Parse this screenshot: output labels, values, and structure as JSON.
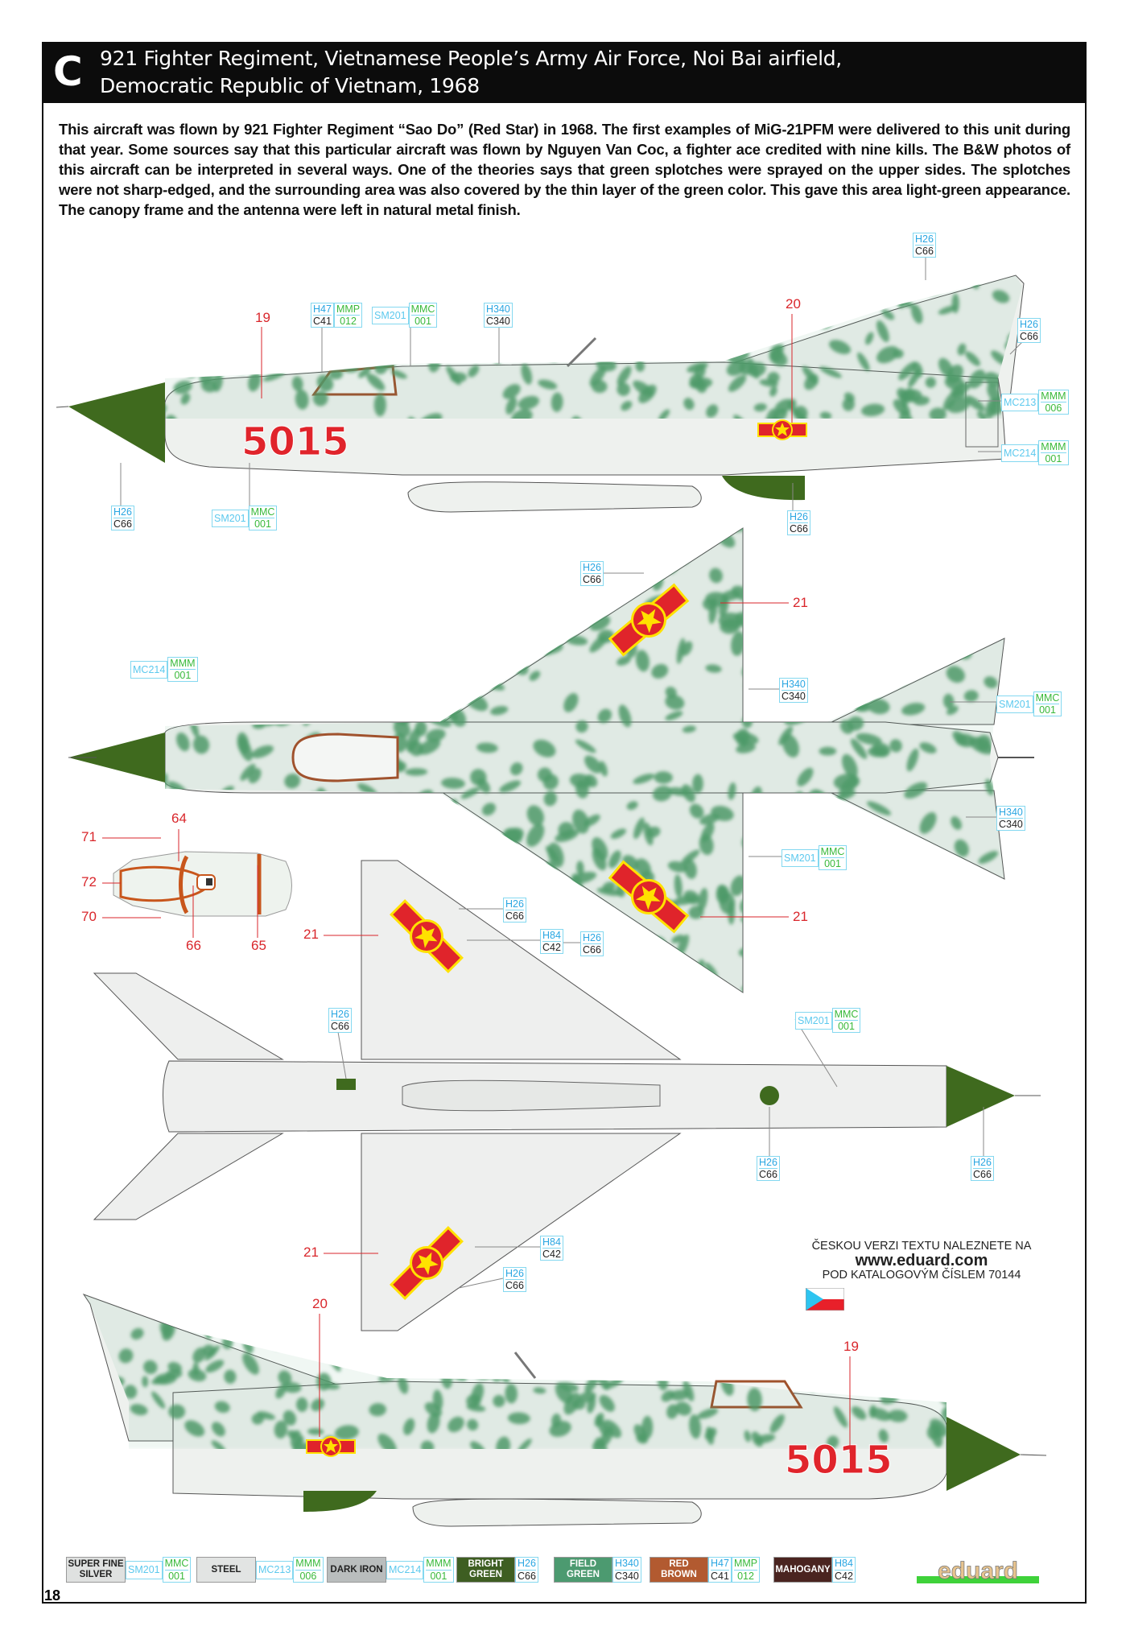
{
  "header": {
    "letter": "C",
    "title_line1": "921 Fighter Regiment, Vietnamese People’s Army Air Force, Noi Bai airfield,",
    "title_line2": "Democratic Republic of Vietnam, 1968"
  },
  "description": "This aircraft was flown by 921 Fighter Regiment “Sao Do” (Red Star) in 1968. The first examples of MiG-21PFM were delivered to this unit during that year. Some sources say that this particular aircraft was flown by Nguyen Van Coc, a fighter ace credited with nine kills. The B&W photos of this aircraft can be interpreted in several ways. One of the theories says that green splotches were sprayed on the upper sides. The splotches were not sharp-edged, and the surrounding area was also covered by the thin layer of the green color. This gave this area light-green appearance. The canopy frame and the antenna were left in natural metal finish.",
  "aircraft": {
    "serial": "5015"
  },
  "callouts": [
    {
      "parts": [
        [
          "H26",
          "C66"
        ]
      ]
    },
    {
      "parts": [
        [
          "H47",
          "C41"
        ],
        [
          "MMP",
          "012"
        ]
      ]
    },
    {
      "parts": [
        [
          "SM201"
        ],
        [
          "MMC",
          "001"
        ]
      ]
    },
    {
      "parts": [
        [
          "H340",
          "C340"
        ]
      ]
    },
    {
      "parts": [
        [
          "H26",
          "C66"
        ]
      ]
    },
    {
      "parts": [
        [
          "MC213"
        ],
        [
          "MMM",
          "006"
        ]
      ]
    },
    {
      "parts": [
        [
          "MC214"
        ],
        [
          "MMM",
          "001"
        ]
      ]
    },
    {
      "parts": [
        [
          "H26",
          "C66"
        ]
      ]
    },
    {
      "parts": [
        [
          "SM201"
        ],
        [
          "MMC",
          "001"
        ]
      ]
    },
    {
      "parts": [
        [
          "H26",
          "C66"
        ]
      ]
    },
    {
      "parts": [
        [
          "H26",
          "C66"
        ]
      ]
    },
    {
      "parts": [
        [
          "MC214"
        ],
        [
          "MMM",
          "001"
        ]
      ]
    },
    {
      "parts": [
        [
          "H340",
          "C340"
        ]
      ]
    },
    {
      "parts": [
        [
          "SM201"
        ],
        [
          "MMC",
          "001"
        ]
      ]
    },
    {
      "parts": [
        [
          "H340",
          "C340"
        ]
      ]
    },
    {
      "parts": [
        [
          "SM201"
        ],
        [
          "MMC",
          "001"
        ]
      ]
    },
    {
      "parts": [
        [
          "H26",
          "C66"
        ]
      ]
    },
    {
      "parts": [
        [
          "H84",
          "C42"
        ]
      ]
    },
    {
      "parts": [
        [
          "H26",
          "C66"
        ]
      ]
    },
    {
      "parts": [
        [
          "H26",
          "C66"
        ]
      ]
    },
    {
      "parts": [
        [
          "SM201"
        ],
        [
          "MMC",
          "001"
        ]
      ]
    },
    {
      "parts": [
        [
          "H26",
          "C66"
        ]
      ]
    },
    {
      "parts": [
        [
          "H26",
          "C66"
        ]
      ]
    },
    {
      "parts": [
        [
          "H84",
          "C42"
        ]
      ]
    },
    {
      "parts": [
        [
          "H26",
          "C66"
        ]
      ]
    }
  ],
  "numbers": [
    "19",
    "20",
    "21",
    "21",
    "71",
    "64",
    "72",
    "70",
    "66",
    "65",
    "21",
    "21",
    "20",
    "19"
  ],
  "czech_note": {
    "line1": "ČESKOU VERZI TEXTU NALEZNETE NA",
    "line2": "www.eduard.com",
    "line3": "POD KATALOGOVÝM ČÍSLEM 70144"
  },
  "legend": [
    {
      "name": "SUPER FINE SILVER",
      "color": "#dfe1e0",
      "codes": [
        [
          "SM201"
        ],
        [
          "MMC",
          "001"
        ]
      ]
    },
    {
      "name": "STEEL",
      "color": "#e2e4e3",
      "codes": [
        [
          "MC213"
        ],
        [
          "MMM",
          "006"
        ]
      ]
    },
    {
      "name": "DARK IRON",
      "color": "#b9bdbd",
      "codes": [
        [
          "MC214"
        ],
        [
          "MMM",
          "001"
        ]
      ]
    },
    {
      "name": "BRIGHT GREEN",
      "color": "#3e5e22",
      "codes": [
        [
          "H26",
          "C66"
        ]
      ]
    },
    {
      "name": "FIELD GREEN",
      "color": "#4c9a70",
      "codes": [
        [
          "H340",
          "C340"
        ]
      ]
    },
    {
      "name": "RED BROWN",
      "color": "#b25a30",
      "codes": [
        [
          "H47",
          "C41"
        ],
        [
          "MMP",
          "012"
        ]
      ]
    },
    {
      "name": "MAHOGANY",
      "color": "#4a2420",
      "codes": [
        [
          "H84",
          "C42"
        ]
      ]
    }
  ],
  "page_number": "18",
  "logo": "eduard",
  "colors": {
    "camo": "#4f9a6a",
    "base": "#eef1ee",
    "nose": "#3f6a1e",
    "red": "#e0242b",
    "yellow": "#ffe100"
  }
}
